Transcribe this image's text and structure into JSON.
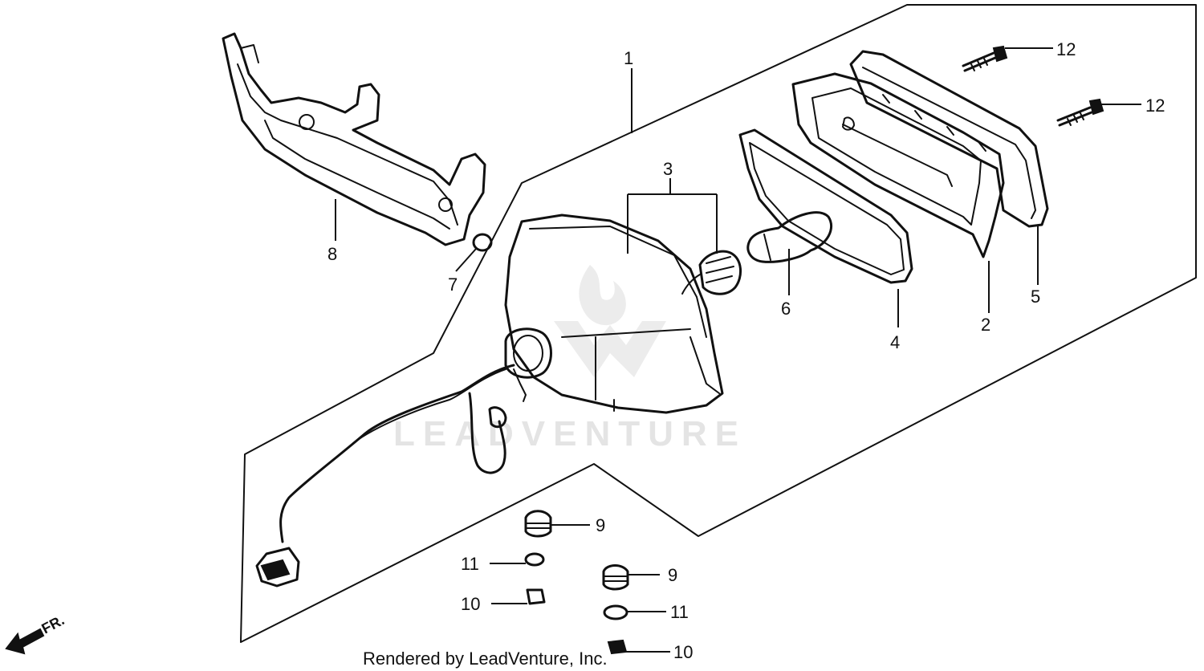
{
  "diagram": {
    "callouts": [
      {
        "id": "c1",
        "label": "1"
      },
      {
        "id": "c2",
        "label": "2"
      },
      {
        "id": "c3",
        "label": "3"
      },
      {
        "id": "c4",
        "label": "4"
      },
      {
        "id": "c5",
        "label": "5"
      },
      {
        "id": "c6",
        "label": "6"
      },
      {
        "id": "c7",
        "label": "7"
      },
      {
        "id": "c8",
        "label": "8"
      },
      {
        "id": "c9a",
        "label": "9"
      },
      {
        "id": "c9b",
        "label": "9"
      },
      {
        "id": "c10a",
        "label": "10"
      },
      {
        "id": "c10b",
        "label": "10"
      },
      {
        "id": "c11a",
        "label": "11"
      },
      {
        "id": "c11b",
        "label": "11"
      },
      {
        "id": "c12a",
        "label": "12"
      },
      {
        "id": "c12b",
        "label": "12"
      }
    ],
    "direction_label": "FR.",
    "watermark": "LEADVENTURE",
    "footer": "Rendered by LeadVenture, Inc."
  }
}
